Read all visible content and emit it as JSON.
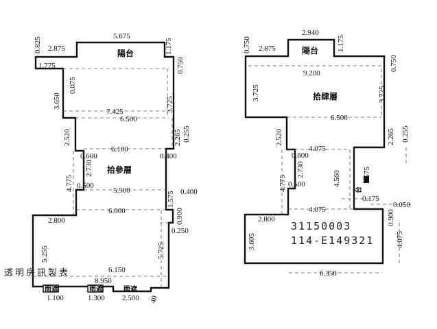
{
  "watermark": "透明房訊製表",
  "plan_13f": {
    "floor_label": "拾參層",
    "balcony_label": "陽台",
    "rain_shelter_label": "雨遮",
    "dims": [
      "0.825",
      "2.875",
      "5.675",
      "1.175",
      "0.750",
      "1.775",
      "0.075",
      "3.650",
      "3.725",
      "7.425",
      "6.500",
      "2.520",
      "2.265",
      "0.255",
      "6.100",
      "0.600",
      "2.730",
      "0.400",
      "4.775",
      "0.500",
      "5.500",
      "0.400",
      "1.575",
      "6.000",
      "0.900",
      "2.800",
      "0.250",
      "5.255",
      "5.725",
      "6.150",
      "8.950",
      "1.100",
      "1.300",
      "2.500",
      "40"
    ]
  },
  "plan_14f": {
    "floor_label": "拾肆層",
    "balcony_label": "陽台",
    "platform_label": "台",
    "dims": [
      "0.750",
      "2.875",
      "2.940",
      "1.175",
      "0.750",
      "9.200",
      "3.725",
      "3.725",
      "6.500",
      "2.520",
      "2.265",
      "0.255",
      "4.075",
      "0.600",
      "2.730",
      "4.775",
      "0.500",
      "4.560",
      "1.575",
      "0.175",
      "0.050",
      "4.075",
      "2.800",
      "0.900",
      "3.605",
      "4.075",
      "6.350"
    ],
    "code_line1": "31150003",
    "code_line2": "114-E149321"
  }
}
